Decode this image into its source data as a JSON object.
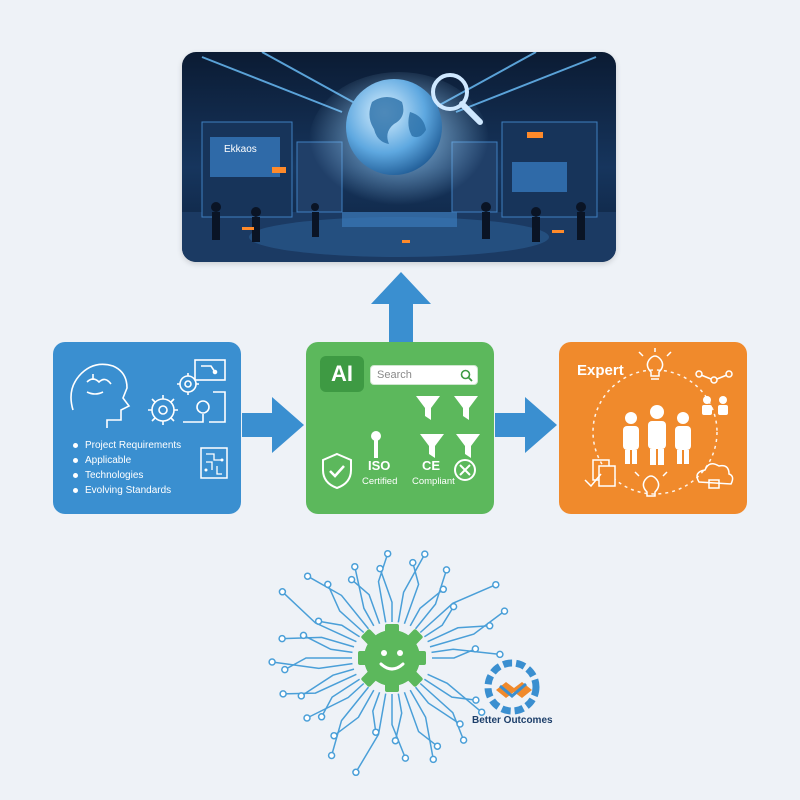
{
  "expo_panel": {
    "booth_sign": "Ekkaos"
  },
  "requirements_panel": {
    "items": [
      "Project Requirements",
      "Applicable",
      "Technologies",
      "Evolving Standards"
    ]
  },
  "ai_panel": {
    "badge": "AI",
    "search_placeholder": "Search",
    "iso_label": "ISO",
    "iso_caption": "Certified",
    "ce_label": "CE",
    "ce_caption": "Compliant"
  },
  "expert_panel": {
    "title": "Expert"
  },
  "circuit": {
    "caption": "Better Outcomes"
  },
  "colors": {
    "background": "#eef2f7",
    "blue": "#3a8fd0",
    "green": "#5cb85c",
    "orange": "#f08a2c",
    "arrow": "#3a8fd0",
    "circuit_line": "#4a9fd8"
  },
  "icons": [
    "globe-icon",
    "magnifier-icon",
    "brain-icon",
    "gears-icon",
    "shield-check-icon",
    "filter-icon",
    "reject-icon",
    "lightbulb-icon",
    "people-icon",
    "handshake-gear-icon",
    "smiley-gear-icon"
  ]
}
